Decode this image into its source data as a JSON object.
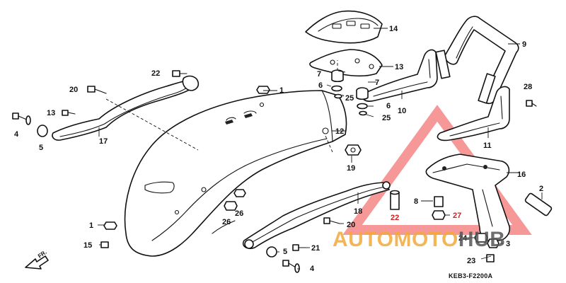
{
  "callouts": {
    "c1a": "1",
    "c1b": "1",
    "c2": "2",
    "c3": "3",
    "c4a": "4",
    "c4b": "4",
    "c5a": "5",
    "c5b": "5",
    "c6a": "6",
    "c6b": "6",
    "c7a": "7",
    "c7b": "7",
    "c8": "8",
    "c9": "9",
    "c10": "10",
    "c11": "11",
    "c12": "12",
    "c13a": "13",
    "c13b": "13",
    "c14": "14",
    "c15": "15",
    "c16": "16",
    "c17": "17",
    "c18": "18",
    "c19": "19",
    "c20a": "20",
    "c20b": "20",
    "c21": "21",
    "c22a": "22",
    "c22b": "22",
    "c23": "23",
    "c24": "24",
    "c25a": "25",
    "c25b": "25",
    "c26a": "26",
    "c26b": "26",
    "c27": "27",
    "c28": "28"
  },
  "diagram_code": "KEB3-F2200A",
  "front_arrow_label": "FR.",
  "watermark": {
    "prefix": "AUTOMOTO",
    "suffix": "HUB",
    "prefix_color": "#f2a93b",
    "suffix_color": "#555555",
    "triangle_color": "#ee4444"
  }
}
